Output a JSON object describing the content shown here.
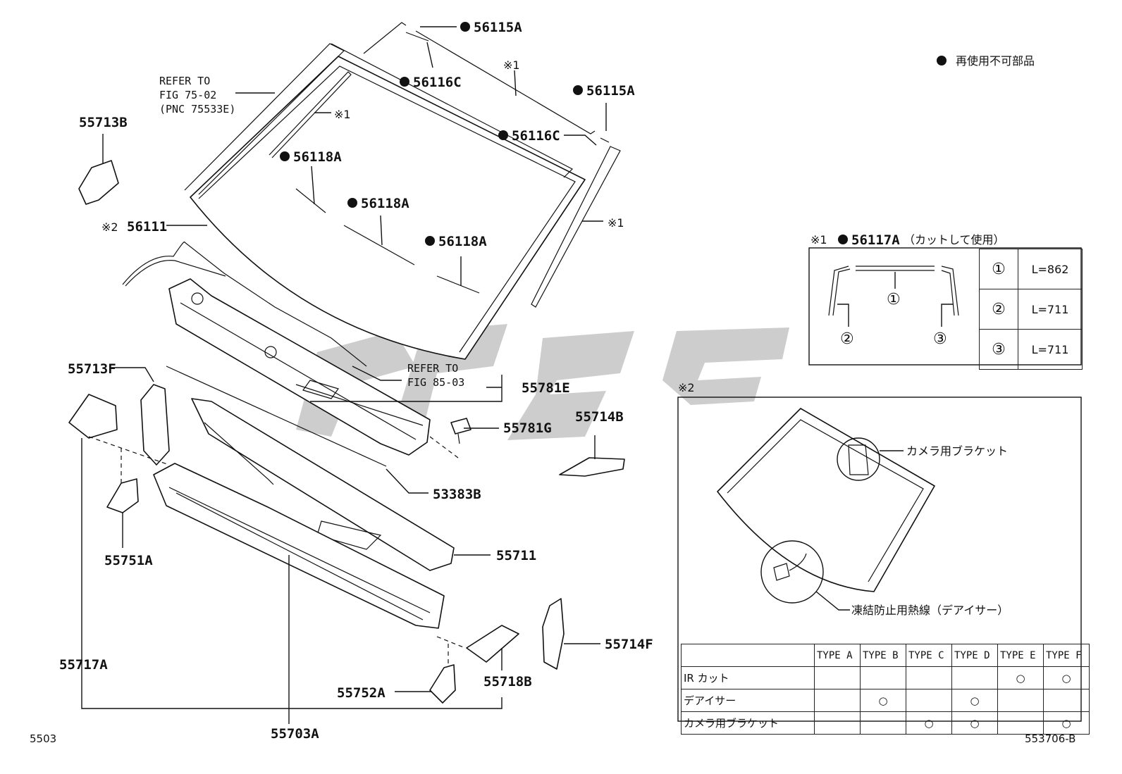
{
  "legend": {
    "bullet": "●",
    "text": "再使用不可部品"
  },
  "labels": {
    "p56115A_top": "56115A",
    "p56116C_top": "56116C",
    "p56115A_right": "56115A",
    "p56116C_right": "56116C",
    "p56118A_1": "56118A",
    "p56118A_2": "56118A",
    "p56118A_3": "56118A",
    "p56111": "56111",
    "p55713B": "55713B",
    "p55713F": "55713F",
    "p55781E": "55781E",
    "p55781G": "55781G",
    "p55714B": "55714B",
    "p53383B": "53383B",
    "p55711": "55711",
    "p55751A": "55751A",
    "p55717A": "55717A",
    "p55752A": "55752A",
    "p55718B": "55718B",
    "p55714F": "55714F",
    "p55703A": "55703A"
  },
  "refs": {
    "refer1_l1": "REFER TO",
    "refer1_l2": "FIG 75-02",
    "refer1_l3": "(PNC 75533E)",
    "refer2_l1": "REFER TO",
    "refer2_l2": "FIG 85-03"
  },
  "notes": {
    "note1_a": "※1",
    "note1_b": "※1",
    "note1_c": "※1",
    "note2": "※2",
    "box2_mark": "※2"
  },
  "box1": {
    "header_mark": "※1",
    "header_part": "56117A",
    "header_note": "（カットして使用）",
    "callouts": [
      "①",
      "②",
      "③"
    ],
    "rows": [
      {
        "num": "①",
        "len": "L=862"
      },
      {
        "num": "②",
        "len": "L=711"
      },
      {
        "num": "③",
        "len": "L=711"
      }
    ]
  },
  "box2": {
    "camera_label": "カメラ用ブラケット",
    "deicer_label": "凍結防止用熱線（デアイサー）",
    "columns": [
      "TYPE A",
      "TYPE B",
      "TYPE C",
      "TYPE D",
      "TYPE E",
      "TYPE F"
    ],
    "rows": [
      {
        "label": "IR カット",
        "marks": [
          "",
          "",
          "",
          "",
          "○",
          "○"
        ]
      },
      {
        "label": "デアイサー",
        "marks": [
          "",
          "○",
          "",
          "○",
          "",
          ""
        ]
      },
      {
        "label": "カメラ用ブラケット",
        "marks": [
          "",
          "",
          "○",
          "○",
          "",
          "○"
        ]
      }
    ]
  },
  "footer": {
    "left_code": "5503",
    "right_code": "553706-B"
  }
}
